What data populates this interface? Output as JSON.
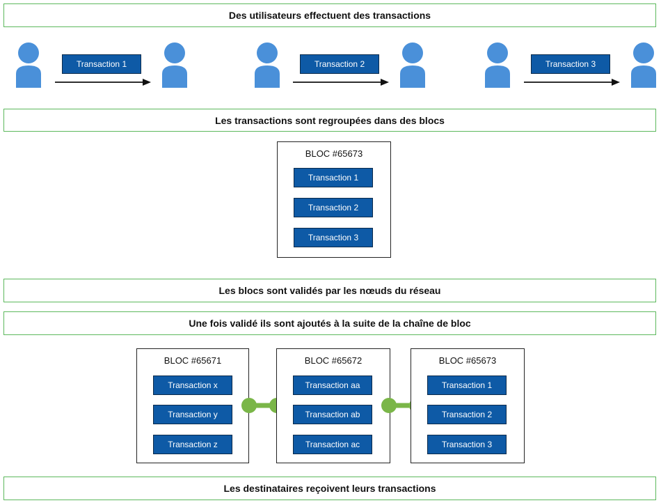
{
  "steps": {
    "s1": "Des utilisateurs effectuent des transactions",
    "s2": "Les transactions sont regroupées dans des blocs",
    "s3": "Les blocs sont validés par les nœuds du réseau",
    "s4": "Une fois validé ils sont ajoutés à la suite de la chaîne de bloc",
    "s5": "Les destinataires reçoivent leurs transactions"
  },
  "user_transactions": [
    "Transaction 1",
    "Transaction 2",
    "Transaction 3"
  ],
  "new_block": {
    "title": "BLOC #65673",
    "transactions": [
      "Transaction 1",
      "Transaction 2",
      "Transaction 3"
    ]
  },
  "chain": [
    {
      "title": "BLOC #65671",
      "transactions": [
        "Transaction x",
        "Transaction y",
        "Transaction z"
      ]
    },
    {
      "title": "BLOC #65672",
      "transactions": [
        "Transaction aa",
        "Transaction ab",
        "Transaction ac"
      ]
    },
    {
      "title": "BLOC #65673",
      "transactions": [
        "Transaction 1",
        "Transaction 2",
        "Transaction 3"
      ]
    }
  ],
  "colors": {
    "banner_border": "#5cb85c",
    "person": "#4a90d9",
    "tx_fill": "#0e5aa6",
    "link": "#7ab648"
  }
}
